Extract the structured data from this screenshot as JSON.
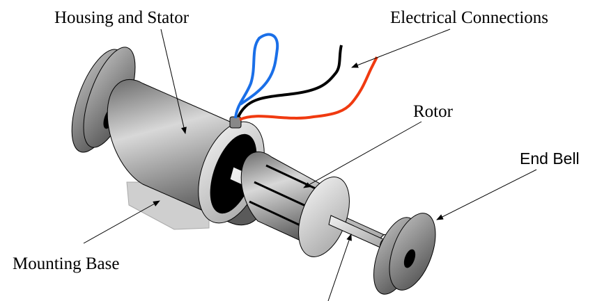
{
  "labels": {
    "housing": "Housing and Stator",
    "electrical": "Electrical Connections",
    "rotor": "Rotor",
    "end_bell": "End Bell",
    "mounting": "Mounting Base"
  },
  "colors": {
    "wire_blue": "#1a6fe8",
    "wire_black": "#000000",
    "wire_red": "#f03a10",
    "metal": "#9a9a9a"
  }
}
